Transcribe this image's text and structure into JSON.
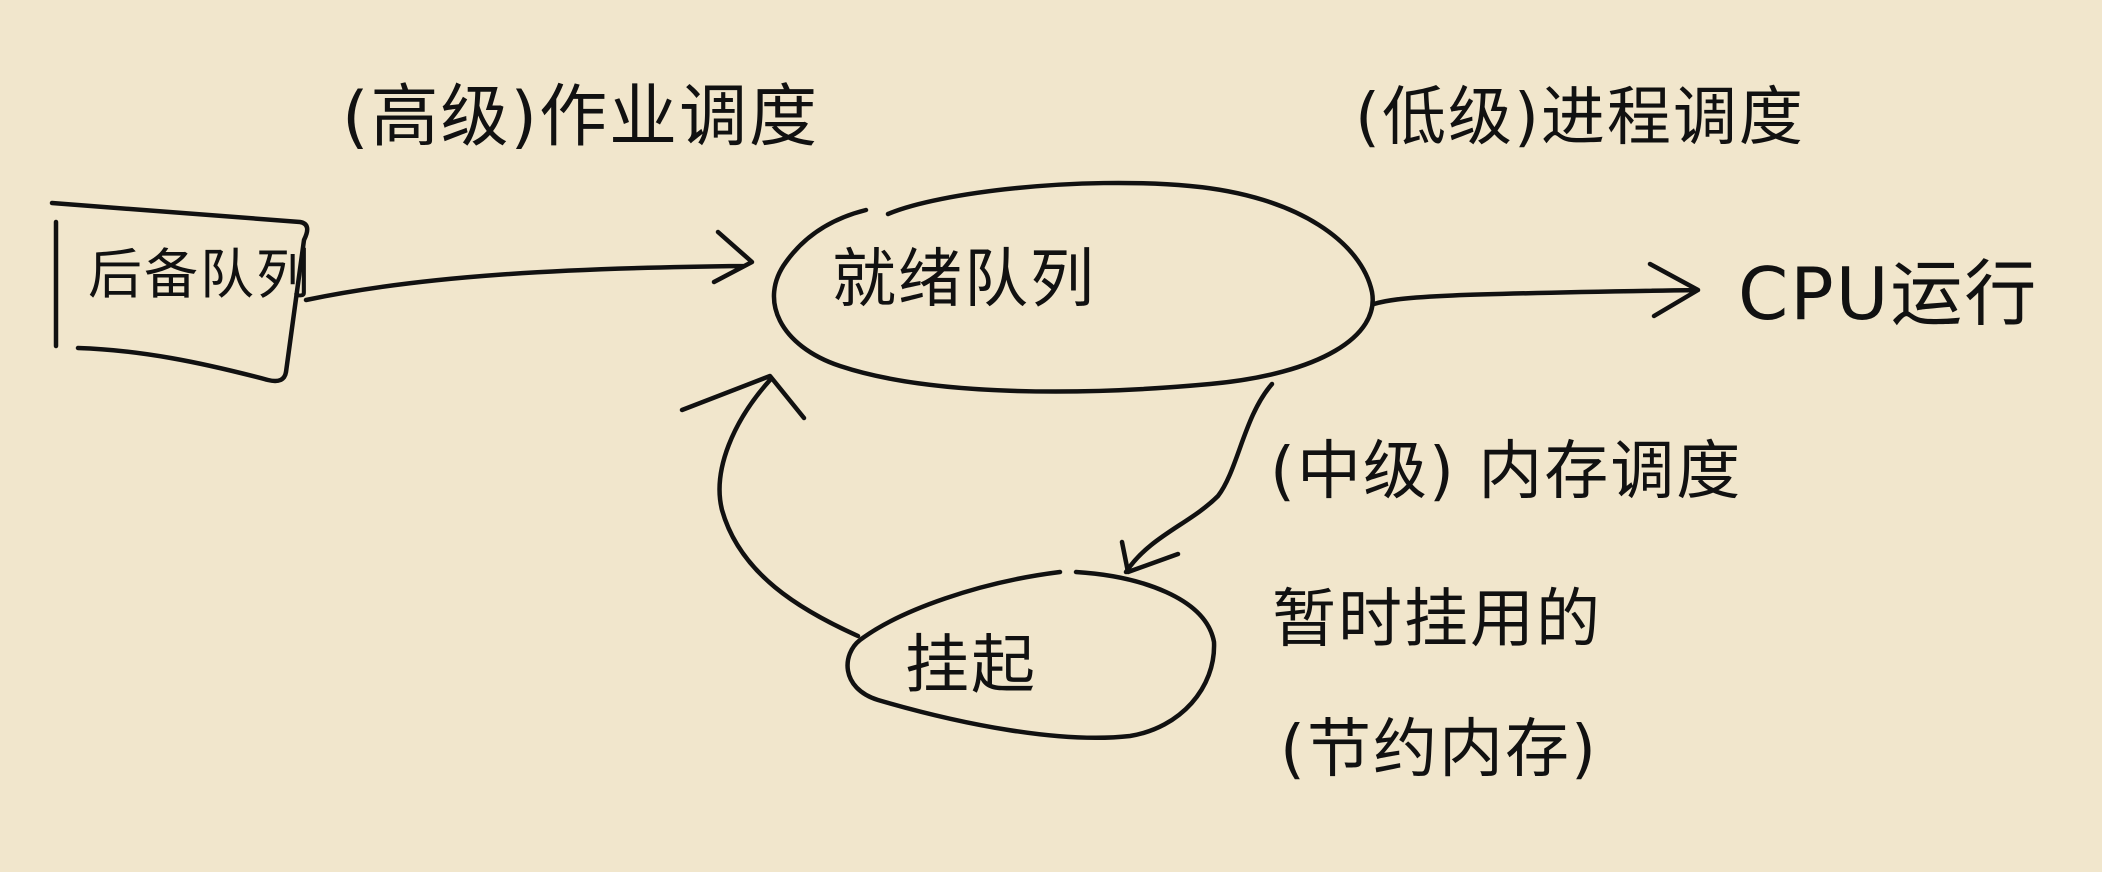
{
  "colors": {
    "background": "#F1E6CC",
    "ink": "#111111"
  },
  "labels": {
    "high_level_scheduling": "(高级)作业调度",
    "low_level_scheduling": "(低级)进程调度",
    "backup_queue": "后备队列",
    "ready_queue": "就绪队列",
    "cpu_run": "CPU运行",
    "mid_level_scheduling": "(中级) 内存调度",
    "suspend": "挂起",
    "note_line1": "暂时挂用的",
    "note_line2": "(节约内存)"
  }
}
